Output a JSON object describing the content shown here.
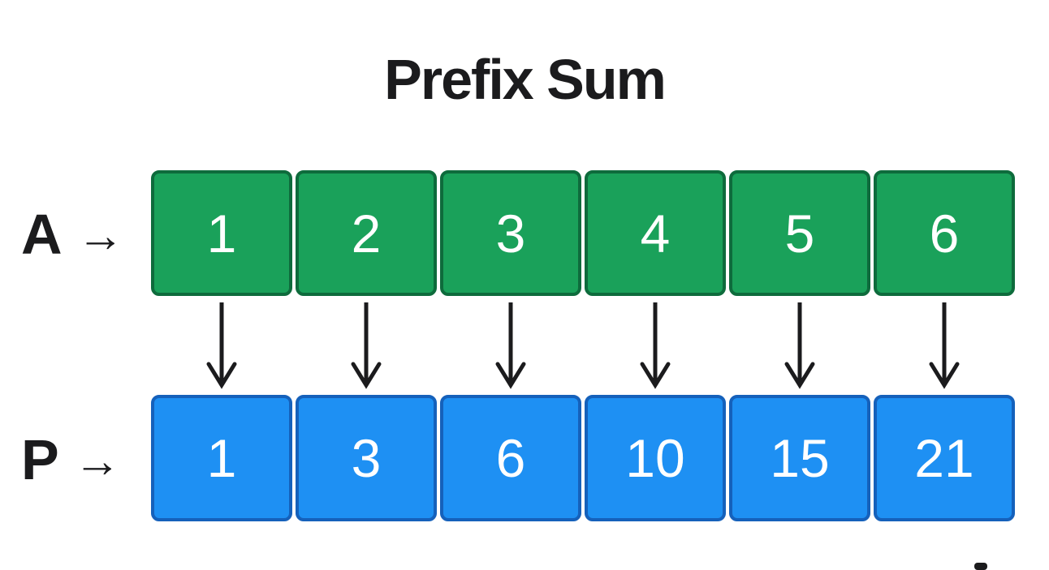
{
  "title": "Prefix Sum",
  "glyphs": {
    "right_arrow": "→"
  },
  "array_a": {
    "label": "A",
    "values": [
      "1",
      "2",
      "3",
      "4",
      "5",
      "6"
    ]
  },
  "array_p": {
    "label": "P",
    "values": [
      "1",
      "3",
      "6",
      "10",
      "15",
      "21"
    ]
  },
  "colors": {
    "green_fill": "#1AA15A",
    "green_border": "#0E6B3C",
    "blue_fill": "#1E90F3",
    "blue_border": "#1561BB",
    "ink": "#1B1B1D",
    "cell_text": "#FFFFFF",
    "background": "#FFFFFF"
  }
}
